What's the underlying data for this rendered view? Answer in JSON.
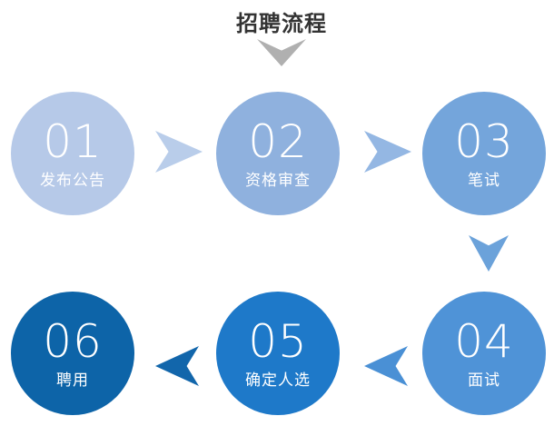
{
  "title": {
    "text": "招聘流程"
  },
  "colors": {
    "background": "#ffffff",
    "title_text": "#333333",
    "chevron": "#b0b0b0",
    "step_text": "#ffffff"
  },
  "steps": [
    {
      "number": "01",
      "label": "发布公告",
      "color": "#b6c9e8"
    },
    {
      "number": "02",
      "label": "资格审查",
      "color": "#8fb1de"
    },
    {
      "number": "03",
      "label": "笔试",
      "color": "#74a5db"
    },
    {
      "number": "04",
      "label": "面试",
      "color": "#4f93d7"
    },
    {
      "number": "05",
      "label": "确定人选",
      "color": "#1e79c9"
    },
    {
      "number": "06",
      "label": "聘用",
      "color": "#0d64a8"
    }
  ],
  "arrows": [
    {
      "id": "arrow-01-02",
      "direction": "right",
      "color": "#b9cdea"
    },
    {
      "id": "arrow-02-03",
      "direction": "right",
      "color": "#94b7e3"
    },
    {
      "id": "arrow-03-04",
      "direction": "down",
      "color": "#6ba2da"
    },
    {
      "id": "arrow-04-05",
      "direction": "left",
      "color": "#4a90d5"
    },
    {
      "id": "arrow-05-06",
      "direction": "left",
      "color": "#1266ab"
    }
  ]
}
